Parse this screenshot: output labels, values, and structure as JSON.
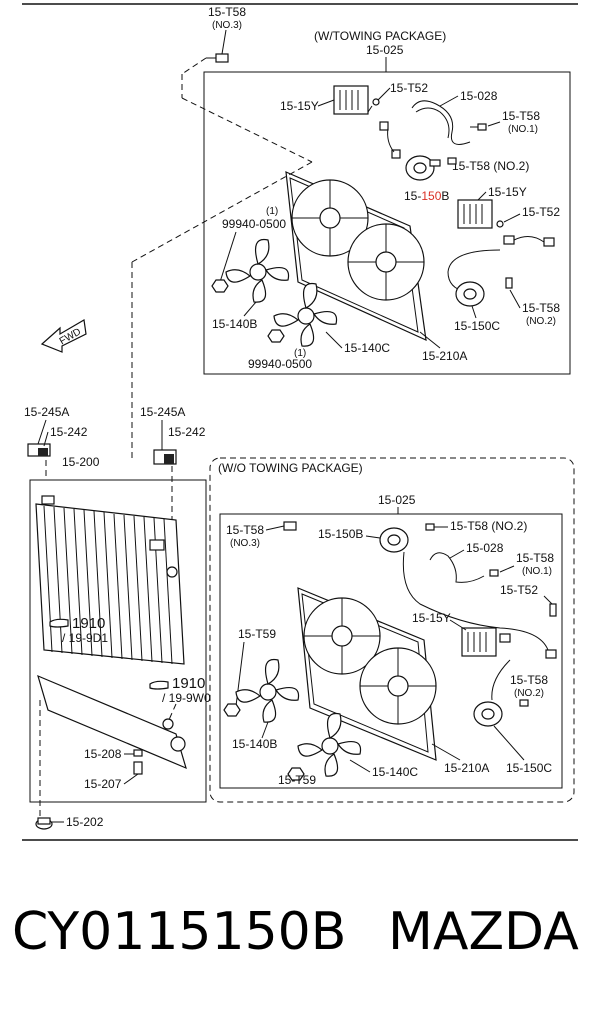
{
  "sections": {
    "with_towing": "(W/TOWING PACKAGE)",
    "without_towing": "(W/O TOWING PACKAGE)"
  },
  "fwd_label": "FWD",
  "labels": {
    "t58_no3_top": "15-T58",
    "t58_no3_top_sub": "(NO.3)",
    "w025": "15-025",
    "w15y_a": "15-15Y",
    "wt52_a": "15-T52",
    "w028": "15-028",
    "wt58_no1": "15-T58",
    "wt58_no1_sub": "(NO.1)",
    "wt58_no2a": "15-T58 (NO.2)",
    "w150b_pre": "15-",
    "w150b_hl": "150",
    "w150b_post": "B",
    "w15y_b": "15-15Y",
    "wt52_b": "15-T52",
    "w99940_a_sub": "(1)",
    "w99940_a": "99940-0500",
    "w140b": "15-140B",
    "w140c": "15-140C",
    "w99940_b_sub": "(1)",
    "w99940_b": "99940-0500",
    "wt58_no2b": "15-T58",
    "wt58_no2b_sub": "(NO.2)",
    "w150c": "15-150C",
    "w210a": "15-210A",
    "r245a_l": "15-245A",
    "r242_l": "15-242",
    "r245a_r": "15-245A",
    "r242_r": "15-242",
    "r200": "15-200",
    "r1910a": "1910",
    "r1910a_sub": "/ 19-9D1",
    "r1910b": "1910",
    "r1910b_sub": "/ 19-9W0",
    "r208": "15-208",
    "r207": "15-207",
    "r202": "15-202",
    "o025": "15-025",
    "ot58_no3": "15-T58",
    "ot58_no3_sub": "(NO.3)",
    "o150b": "15-150B",
    "ot58_no2a": "15-T58 (NO.2)",
    "o028": "15-028",
    "ot58_no1": "15-T58",
    "ot58_no1_sub": "(NO.1)",
    "ot52": "15-T52",
    "o15y": "15-15Y",
    "ot59_a": "15-T59",
    "ot58_no2b": "15-T58",
    "ot58_no2b_sub": "(NO.2)",
    "o140b": "15-140B",
    "o140c": "15-140C",
    "o210a": "15-210A",
    "o150c": "15-150C",
    "ot59_b": "15-T59"
  },
  "footer": {
    "part_number": "CY0115150B",
    "brand": "MAZDA"
  },
  "colors": {
    "highlight": "#d93025",
    "line": "#111111"
  }
}
